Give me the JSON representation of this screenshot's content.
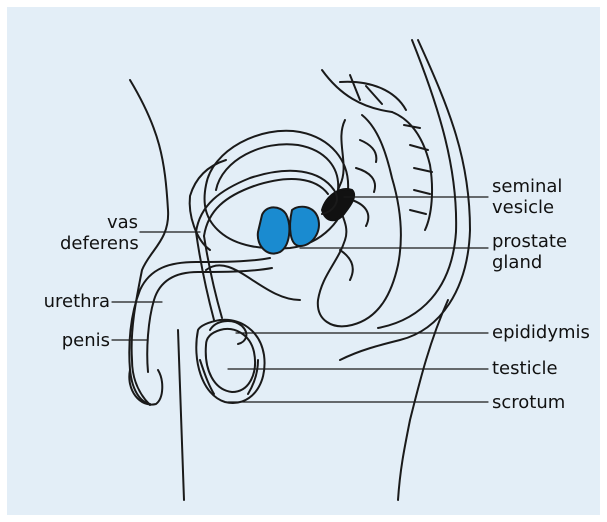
{
  "labels": {
    "vas_deferens_1": "vas",
    "vas_deferens_2": "deferens",
    "urethra": "urethra",
    "penis": "penis",
    "seminal_vesicle_1": "seminal",
    "seminal_vesicle_2": "vesicle",
    "prostate_gland_1": "prostate",
    "prostate_gland_2": "gland",
    "epididymis": "epididymis",
    "testicle": "testicle",
    "scrotum": "scrotum"
  },
  "colors": {
    "background": "#e3eef7",
    "prostate": "#1a8bd0",
    "outline": "#1a1a1a",
    "seminal_vesicle": "#111111"
  }
}
